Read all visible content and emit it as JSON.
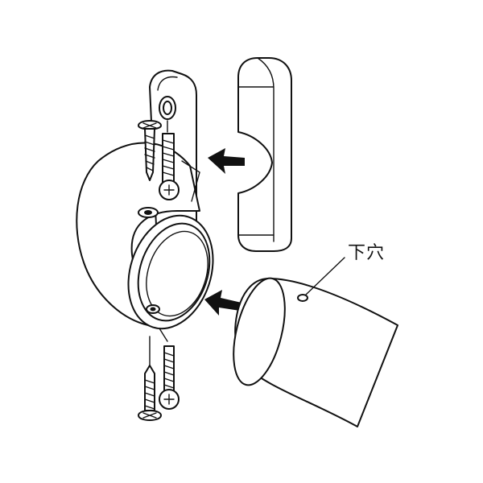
{
  "labels": {
    "pilot_hole": "下穴"
  },
  "icons": [
    "wall-plate",
    "end-cap",
    "socket-bracket",
    "pole",
    "wood-screw",
    "arrow"
  ],
  "colors": {
    "stroke": "#111111",
    "background": "#ffffff"
  }
}
